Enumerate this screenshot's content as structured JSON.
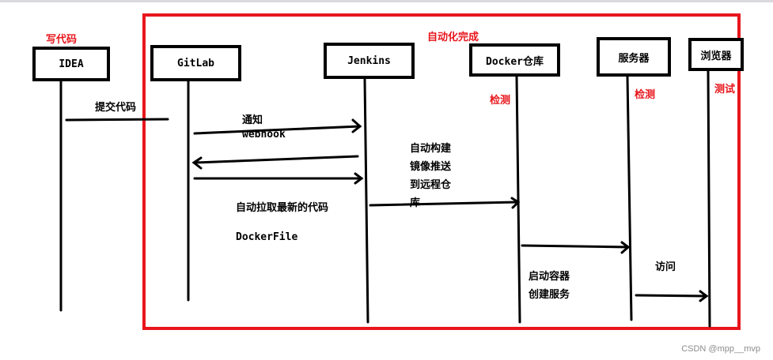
{
  "title_red": "自动化完成",
  "labels": {
    "write_code": "写代码",
    "detect_1": "检测",
    "detect_2": "检测",
    "test": "测试"
  },
  "actors": {
    "idea": "IDEA",
    "gitlab": "GitLab",
    "jenkins": "Jenkins",
    "docker": "Docker仓库",
    "server": "服务器",
    "browser": "浏览器"
  },
  "messages": {
    "submit_code": "提交代码",
    "notify": "通知",
    "webhook": "webhook",
    "auto_pull": "自动拉取最新的代码",
    "dockerfile": "DockerFile",
    "build_push": "自动构建\n镜像推送\n到远程仓\n库",
    "start_container": "启动容器\n创建服务",
    "visit": "访问"
  },
  "watermark": "CSDN @mpp__mvp"
}
